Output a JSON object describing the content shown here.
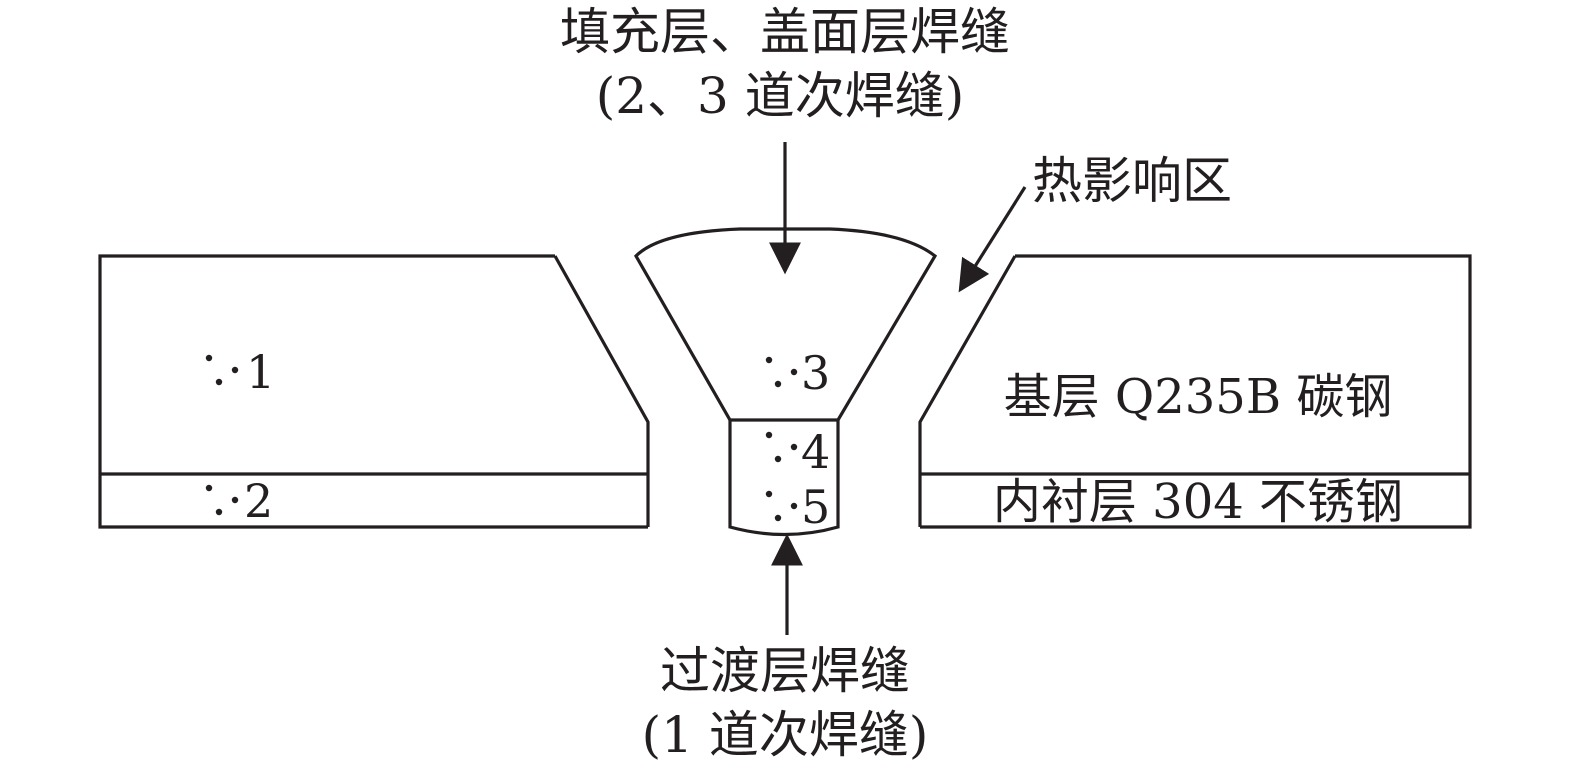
{
  "labels": {
    "top_line1": "填充层、盖面层焊缝",
    "top_line2": "(2、3 道次焊缝)",
    "haz": "热影响区",
    "base": "基层 Q235B 碳钢",
    "liner": "内衬层 304 不锈钢",
    "bottom_line1": "过渡层焊缝",
    "bottom_line2": "(1 道次焊缝)"
  },
  "points": [
    {
      "id": "1",
      "label": "1"
    },
    {
      "id": "2",
      "label": "2"
    },
    {
      "id": "3",
      "label": "3"
    },
    {
      "id": "4",
      "label": "4"
    },
    {
      "id": "5",
      "label": "5"
    }
  ],
  "colors": {
    "ink": "#231f20",
    "background": "#ffffff"
  }
}
